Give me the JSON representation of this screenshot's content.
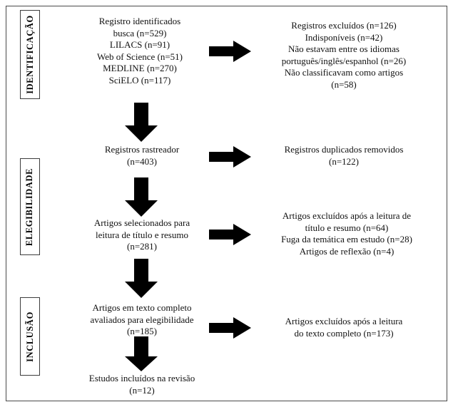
{
  "diagram": {
    "type": "prisma-flow-diagram",
    "language": "pt-BR",
    "colors": {
      "ink": "#000000",
      "border": "#4a4a4a",
      "background": "#ffffff"
    },
    "stages": [
      {
        "id": "identificacao",
        "label": "IDENTIFICAÇÃO"
      },
      {
        "id": "elegibilidade",
        "label": "ELEGIBILIDADE"
      },
      {
        "id": "inclusao",
        "label": "INCLUSÃO"
      }
    ],
    "nodes": {
      "identified": {
        "lines": [
          "Registro identificados",
          "busca (n=529)",
          "LILACS (n=91)",
          "Web of Science (n=51)",
          "MEDLINE (n=270)",
          "SciELO (n=117)"
        ]
      },
      "excluded_identification": {
        "lines": [
          "Registros excluídos (n=126)",
          "Indisponíveis (n=42)",
          "Não estavam entre os idiomas",
          "português/inglês/espanhol (n=26)",
          "Não classificavam como artigos",
          "(n=58)"
        ]
      },
      "screened": {
        "lines": [
          "Registros rastreador",
          "(n=403)"
        ]
      },
      "duplicates_removed": {
        "lines": [
          "Registros duplicados removidos",
          "(n=122)"
        ]
      },
      "selected_title_abstract": {
        "lines": [
          "Artigos selecionados para",
          "leitura de título e resumo",
          "(n=281)"
        ]
      },
      "excluded_title_abstract": {
        "lines": [
          "Artigos excluídos após a leitura de",
          "título e resumo (n=64)",
          "Fuga da temática em estudo (n=28)",
          "Artigos de reflexão (n=4)"
        ]
      },
      "fulltext_assessed": {
        "lines": [
          "Artigos em texto completo",
          "avaliados para elegibilidade",
          "(n=185)"
        ]
      },
      "excluded_fulltext": {
        "lines": [
          "Artigos excluídos após a leitura",
          "do texto completo (n=173)"
        ]
      },
      "included": {
        "lines": [
          "Estudos incluídos na revisão",
          "(n=12)"
        ]
      }
    },
    "arrows": [
      {
        "id": "down-identified-to-screened",
        "direction": "down"
      },
      {
        "id": "right-identified-to-excluded",
        "direction": "right"
      },
      {
        "id": "down-screened-to-selected",
        "direction": "down"
      },
      {
        "id": "right-screened-to-duplicates",
        "direction": "right"
      },
      {
        "id": "down-selected-to-fulltext",
        "direction": "down"
      },
      {
        "id": "right-selected-to-excluded",
        "direction": "right"
      },
      {
        "id": "down-fulltext-to-included",
        "direction": "down"
      },
      {
        "id": "right-fulltext-to-excluded",
        "direction": "right"
      }
    ]
  }
}
